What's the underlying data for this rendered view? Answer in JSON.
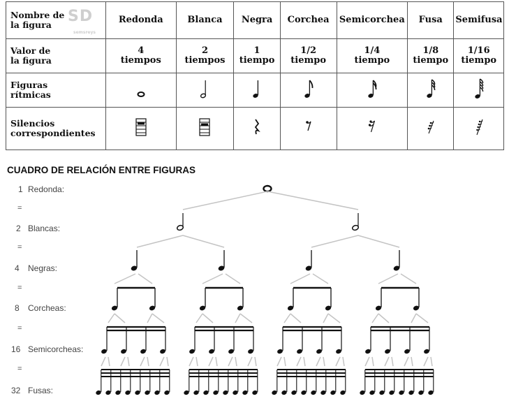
{
  "table": {
    "header": {
      "label": "Nombre de\nla figura",
      "columns": [
        "Redonda",
        "Blanca",
        "Negra",
        "Corchea",
        "Semicorchea",
        "Fusa",
        "Semifusa"
      ]
    },
    "watermark": {
      "text": "SD",
      "sub": "semsreys"
    },
    "valor": {
      "label": "Valor de\nla figura",
      "values": [
        "4\ntiempos",
        "2\ntiempos",
        "1\ntiempo",
        "1/2\ntiempo",
        "1/4\ntiempo",
        "1/8\ntiempo",
        "1/16\ntiempo"
      ]
    },
    "figuras": {
      "label": "Figuras\nrítmicas",
      "icons": [
        "whole-note",
        "half-note",
        "quarter-note",
        "eighth-note",
        "sixteenth-note",
        "thirty-second-note",
        "sixty-fourth-note"
      ]
    },
    "silencios": {
      "label": "Silencios\ncorrespondientes",
      "icons": [
        "whole-rest",
        "half-rest",
        "quarter-rest",
        "eighth-rest",
        "sixteenth-rest",
        "thirty-second-rest",
        "sixty-fourth-rest"
      ]
    }
  },
  "cuadro": {
    "title": "CUADRO DE RELACIÓN ENTRE FIGURAS",
    "equals": "=",
    "rows": [
      {
        "count": "1",
        "name": "Redonda:"
      },
      {
        "count": "2",
        "name": "Blancas:"
      },
      {
        "count": "4",
        "name": "Negras:"
      },
      {
        "count": "8",
        "name": "Corcheas:"
      },
      {
        "count": "16",
        "name": "Semicorcheas:"
      },
      {
        "count": "32",
        "name": "Fusas:"
      }
    ]
  }
}
